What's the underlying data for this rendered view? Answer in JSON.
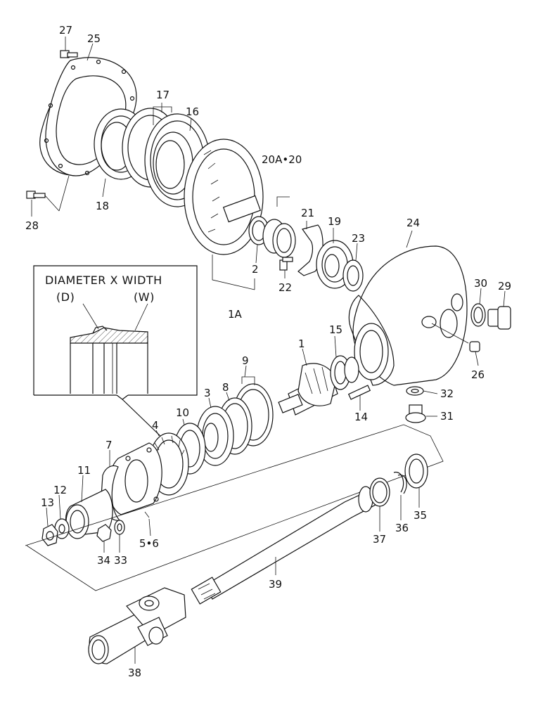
{
  "inset": {
    "title": "DIAMETER X WIDTH",
    "diameter_label": "(D)",
    "width_label": "(W)"
  },
  "callouts": {
    "p27": "27",
    "p25": "25",
    "p17": "17",
    "p16": "16",
    "p18": "18",
    "p28": "28",
    "p20": "20A•20",
    "p21": "21",
    "p19": "19",
    "p23": "23",
    "p24": "24",
    "p2": "2",
    "p22": "22",
    "p1A": "1A",
    "p30": "30",
    "p29": "29",
    "p15": "15",
    "p1": "1",
    "p26": "26",
    "p9": "9",
    "p3": "3",
    "p8": "8",
    "p10": "10",
    "p4": "4",
    "p7": "7",
    "p11": "11",
    "p12": "12",
    "p13": "13",
    "p14": "14",
    "p32": "32",
    "p31": "31",
    "p5_6": "5•6",
    "p34": "34",
    "p33": "33",
    "p37": "37",
    "p36": "36",
    "p35": "35",
    "p39": "39",
    "p38": "38"
  }
}
